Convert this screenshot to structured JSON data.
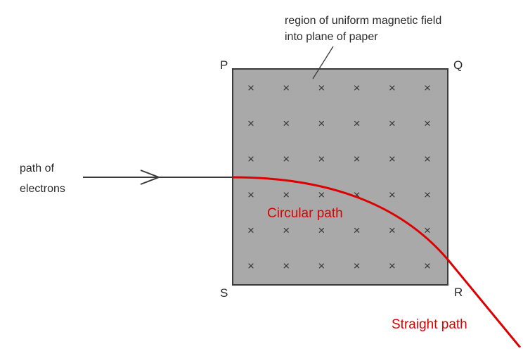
{
  "diagram": {
    "field_label": {
      "line1": "region of uniform magnetic field",
      "line2": "into plane of paper"
    },
    "corners": {
      "top_left": "P",
      "top_right": "Q",
      "bottom_right": "R",
      "bottom_left": "S"
    },
    "electron_label": {
      "line1": "path of",
      "line2": "electrons"
    },
    "curve_label": "Circular path",
    "straight_label": "Straight path",
    "field_symbol": "×",
    "field_grid": {
      "rows": 6,
      "cols": 6
    },
    "colors": {
      "field_region": "#a9a9a9",
      "border": "#3a3a3a",
      "text": "#2a2a2a",
      "path": "#dd0000",
      "field_mark": "#333333"
    }
  }
}
